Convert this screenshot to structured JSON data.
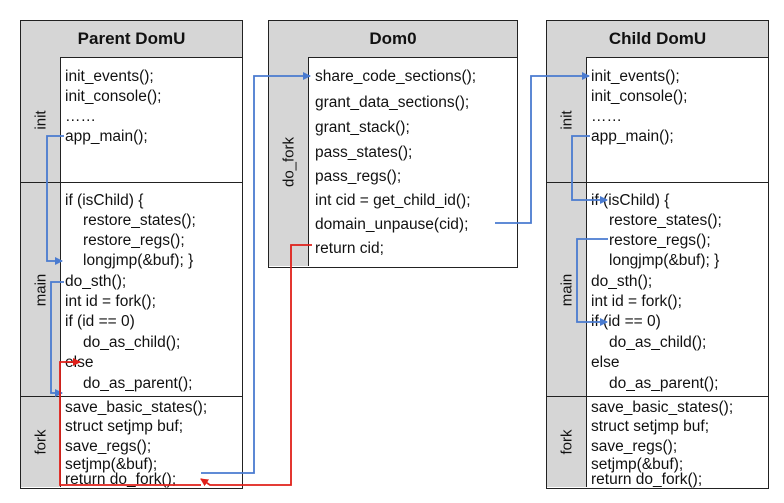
{
  "parent": {
    "title": "Parent DomU",
    "sections": [
      {
        "label": "init",
        "lines": [
          "init_events();",
          "init_console();",
          "……",
          "app_main();"
        ]
      },
      {
        "label": "main",
        "lines": [
          "if (isChild) {",
          "restore_states();",
          "restore_regs();",
          "longjmp(&buf); }",
          "do_sth();",
          "int id = fork();",
          "if (id == 0)",
          "do_as_child();",
          "else",
          "do_as_parent();"
        ]
      },
      {
        "label": "fork",
        "lines": [
          "save_basic_states();",
          "struct setjmp buf;",
          "save_regs();",
          "setjmp(&buf);",
          "return do_fork();"
        ]
      }
    ]
  },
  "dom0": {
    "title": "Dom0",
    "sections": [
      {
        "label": "do_fork",
        "lines": [
          "share_code_sections();",
          "grant_data_sections();",
          "grant_stack();",
          "pass_states();",
          "pass_regs();",
          "int cid = get_child_id();",
          "domain_unpause(cid);",
          "return cid;"
        ]
      }
    ]
  },
  "child": {
    "title": "Child DomU",
    "sections": [
      {
        "label": "init",
        "lines": [
          "init_events();",
          "init_console();",
          "……",
          "app_main();"
        ]
      },
      {
        "label": "main",
        "lines": [
          "if (isChild) {",
          "restore_states();",
          "restore_regs();",
          "longjmp(&buf); }",
          "do_sth();",
          "int id = fork();",
          "if (id == 0)",
          "do_as_child();",
          "else",
          "do_as_parent();"
        ]
      },
      {
        "label": "fork",
        "lines": [
          "save_basic_states();",
          "struct setjmp buf;",
          "save_regs();",
          "setjmp(&buf);",
          "return do_fork();"
        ]
      }
    ]
  },
  "colors": {
    "blue_arrow": "#4a7bd0",
    "red_arrow": "#e0201a",
    "header_fill": "#d6d6d6",
    "border": "#222222"
  }
}
